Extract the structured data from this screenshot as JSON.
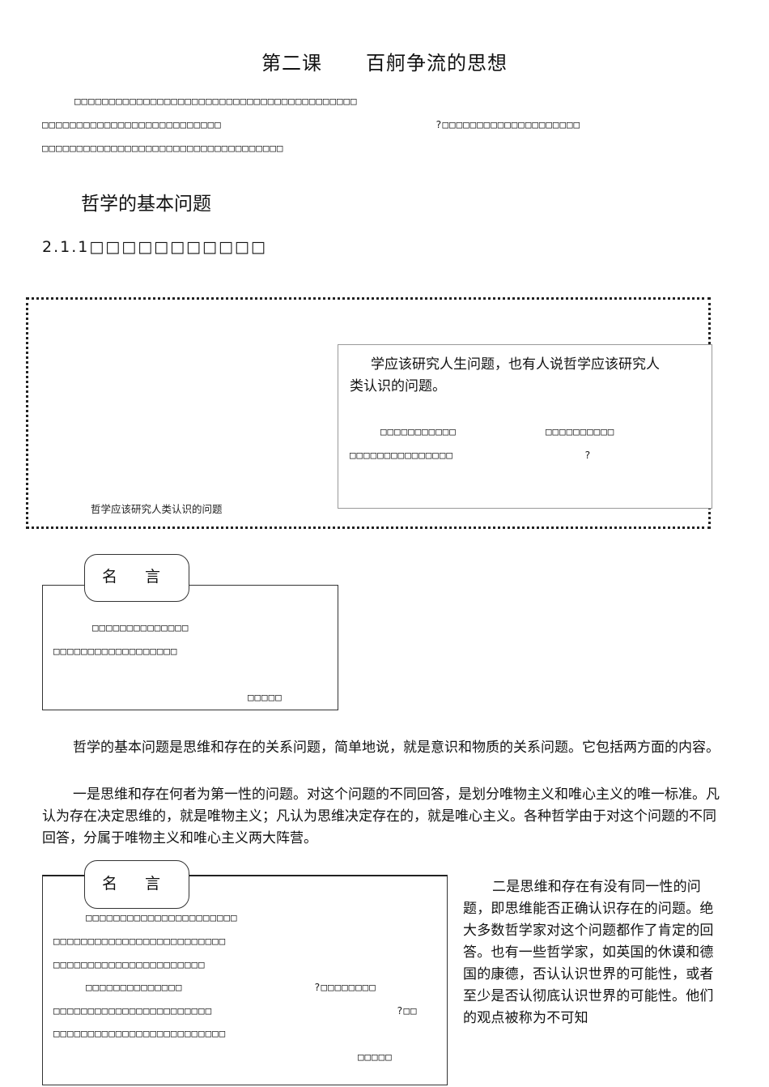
{
  "title": {
    "left": "第二课",
    "right": "百舸争流的思想"
  },
  "intro": {
    "line1": "□□□□□□□□□□□□□□□□□□□□□□□□□□□□□□□□□□□□□□□□□",
    "line2a": "□□□□□□□□□□□□□□□□□□□□□□□□□□",
    "line2b": "?□□□□□□□□□□□□□□□□□□□□",
    "line3": "□□□□□□□□□□□□□□□□□□□□□□□□□□□□□□□□□□□"
  },
  "section_heading": "哲学的基本问题",
  "subheading": "2.1.1□□□□□□□□□□□",
  "figure": {
    "caption": "哲学应该研究人类认识的问题",
    "text_line1": "学应该研究人生问题，也有人说哲学应该研究人",
    "text_line2": "类认识的问题。",
    "q1a": "□□□□□□□□□□□",
    "q1b": "□□□□□□□□□□",
    "q2a": "□□□□□□□□□□□□□□□",
    "q2b": "?"
  },
  "quote1": {
    "tab_label": "名 言",
    "line1": "□□□□□□□□□□□□□□",
    "line2": "□□□□□□□□□□□□□□□□□□",
    "author": "□□□□□"
  },
  "body": {
    "p1": "哲学的基本问题是思维和存在的关系问题，简单地说，就是意识和物质的关系问题。它包括两方面的内容。",
    "p2": "一是思维和存在何者为第一性的问题。对这个问题的不同回答，是划分唯物主义和唯心主义的唯一标准。凡认为存在决定思维的，就是唯物主义；凡认为思维决定存在的，就是唯心主义。各种哲学由于对这个问题的不同回答，分属于唯物主义和唯心主义两大阵营。"
  },
  "quote2": {
    "tab_label": "名 言",
    "line1": "□□□□□□□□□□□□□□□□□□□□□□",
    "line2": "□□□□□□□□□□□□□□□□□□□□□□□□□",
    "line3": "□□□□□□□□□□□□□□□□□□□□□□",
    "line4a": "□□□□□□□□□□□□□□",
    "line4b": "?□□□□□□□□",
    "line5a": "□□□□□□□□□□□□□□□□□□□□□□□",
    "line5b": "?□□",
    "line6": "□□□□□□□□□□□□□□□□□□□□□□□□□",
    "author": "□□□□□"
  },
  "side_text": "二是思维和存在有没有同一性的问题，即思维能否正确认识存在的问题。绝大多数哲学家对这个问题都作了肯定的回答。也有一些哲学家，如英国的休谟和德国的康德，否认认识世界的可能性，或者至少是否认彻底认识世界的可能性。他们的观点被称为不可知"
}
